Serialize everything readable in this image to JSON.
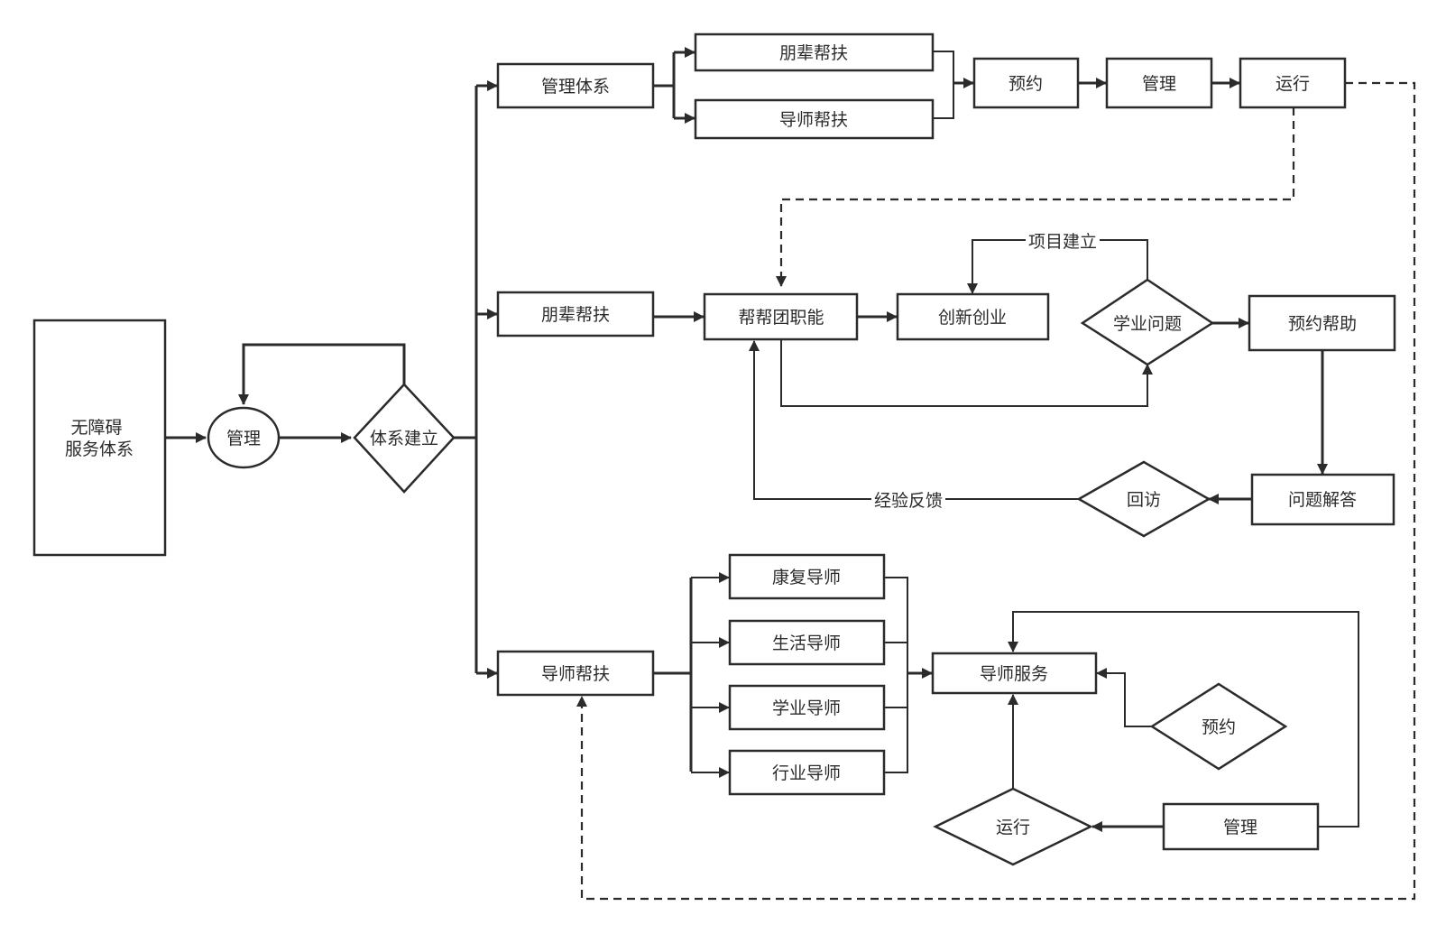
{
  "nodes": {
    "root": "无障碍\n服务体系",
    "mgmt_circle": "管理",
    "system_build": "体系建立",
    "mgmt_system": "管理体系",
    "peer_help_top": "朋辈帮扶",
    "mentor_help_top": "导师帮扶",
    "reserve_top": "预约",
    "manage_top": "管理",
    "run_top": "运行",
    "peer_help_mid": "朋辈帮扶",
    "help_group": "帮帮团职能",
    "innovation": "创新创业",
    "academic_issue": "学业问题",
    "reserve_help": "预约帮助",
    "qa": "问题解答",
    "revisit": "回访",
    "mentor_help_bottom": "导师帮扶",
    "rehab_mentor": "康复导师",
    "life_mentor": "生活导师",
    "academic_mentor": "学业导师",
    "industry_mentor": "行业导师",
    "mentor_service": "导师服务",
    "reserve_bottom": "预约",
    "run_bottom": "运行",
    "manage_bottom": "管理"
  },
  "edge_labels": {
    "project_setup": "项目建立",
    "experience_feedback": "经验反馈"
  }
}
